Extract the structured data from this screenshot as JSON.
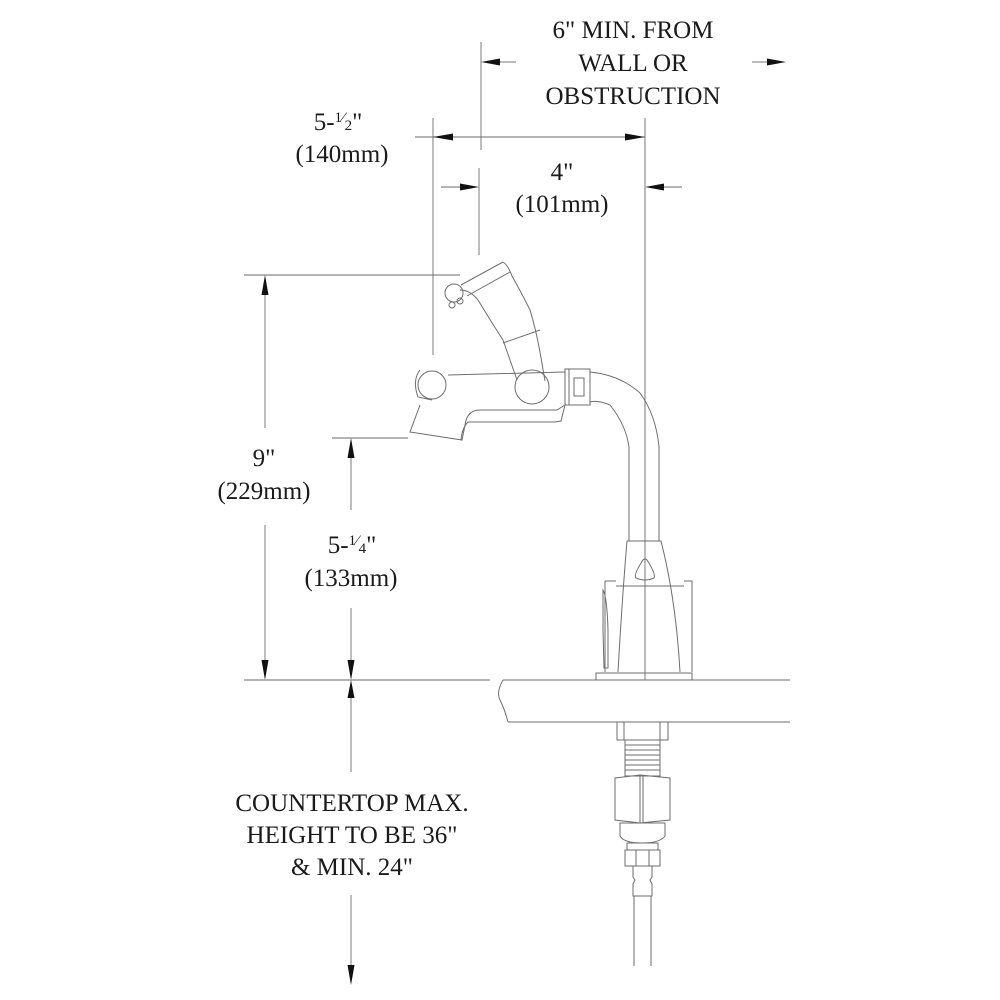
{
  "drawing": {
    "title": "Faucet installation dimensions",
    "colors": {
      "line": "#6e6e6e",
      "text": "#1a1a1a",
      "arrow": "#111111",
      "background": "#ffffff"
    }
  },
  "dimensions": {
    "wall_clearance": {
      "line1": "6\" MIN. FROM",
      "line2": "WALL OR",
      "line3": "OBSTRUCTION"
    },
    "spout_reach": {
      "whole": "5-",
      "num": "1",
      "den": "2",
      "inch_mark": "\"",
      "metric": "(140mm)"
    },
    "base_offset": {
      "imperial": "4\"",
      "metric": "(101mm)"
    },
    "overall_height": {
      "imperial": "9\"",
      "metric": "(229mm)"
    },
    "outlet_height": {
      "whole": "5-",
      "num": "1",
      "den": "4",
      "inch_mark": "\"",
      "metric": "(133mm)"
    },
    "countertop_note": {
      "line1": "COUNTERTOP MAX.",
      "line2": "HEIGHT TO BE 36\"",
      "line3": "& MIN. 24\""
    }
  }
}
